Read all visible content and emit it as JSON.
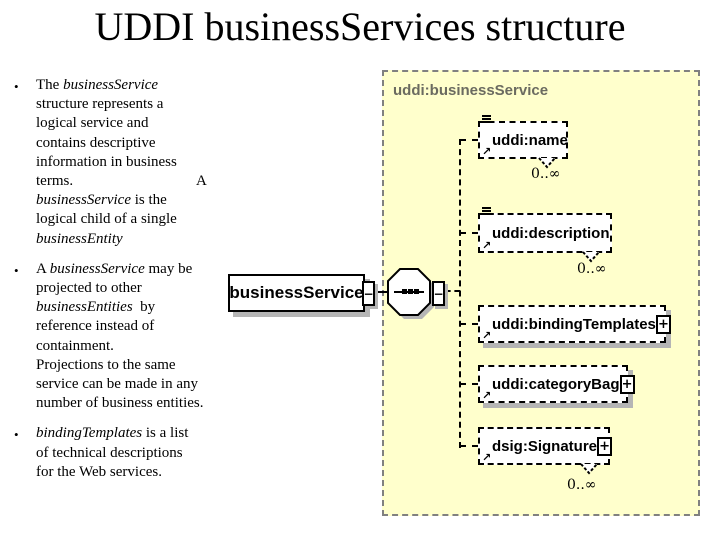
{
  "slide": {
    "title": "UDDI businessServices structure"
  },
  "bullets": [
    {
      "segments": [
        {
          "t": "The ",
          "i": 0
        },
        {
          "t": "businessService",
          "i": 1
        },
        {
          "t": "\nstructure represents a\nlogical service and\ncontains descriptive\ninformation in business\nterms.",
          "i": 0
        },
        {
          "t": "                                 A\n",
          "i": 0
        },
        {
          "t": "businessService",
          "i": 1
        },
        {
          "t": " is the\nlogical child of a single\n",
          "i": 0
        },
        {
          "t": "businessEntity",
          "i": 1
        }
      ]
    },
    {
      "segments": [
        {
          "t": "A ",
          "i": 0
        },
        {
          "t": "businessService",
          "i": 1
        },
        {
          "t": " may be\nprojected to other\n",
          "i": 0
        },
        {
          "t": "businessEntities",
          "i": 1
        },
        {
          "t": "  by\nreference instead of\ncontainment.\nProjections to the same\nservice can be made in any\nnumber of business entities.",
          "i": 0
        }
      ]
    },
    {
      "segments": [
        {
          "t": "bindingTemplates",
          "i": 1
        },
        {
          "t": " is a list\nof technical descriptions\nfor the Web services.",
          "i": 0
        }
      ]
    }
  ],
  "bullet_marker": "•",
  "diagram": {
    "panel_label": "uddi:businessService",
    "root": {
      "label": "businessService"
    },
    "compositor": "sequence",
    "children": [
      {
        "label": "uddi:name",
        "occurrence": "0..∞"
      },
      {
        "label": "uddi:description",
        "occurrence": "0..∞"
      },
      {
        "label": "uddi:bindingTemplates"
      },
      {
        "label": "uddi:categoryBag"
      },
      {
        "label": "dsig:Signature",
        "occurrence": "0..∞"
      }
    ],
    "icons": {
      "collapse": "−",
      "expand": "+",
      "reference_arrow": "↗"
    },
    "colors": {
      "panel_bg": "#ffffcc",
      "panel_border": "#808080",
      "box_shadow": "#b5b5b5",
      "panel_label_text": "#6b6b60",
      "connector": "#000000"
    }
  }
}
